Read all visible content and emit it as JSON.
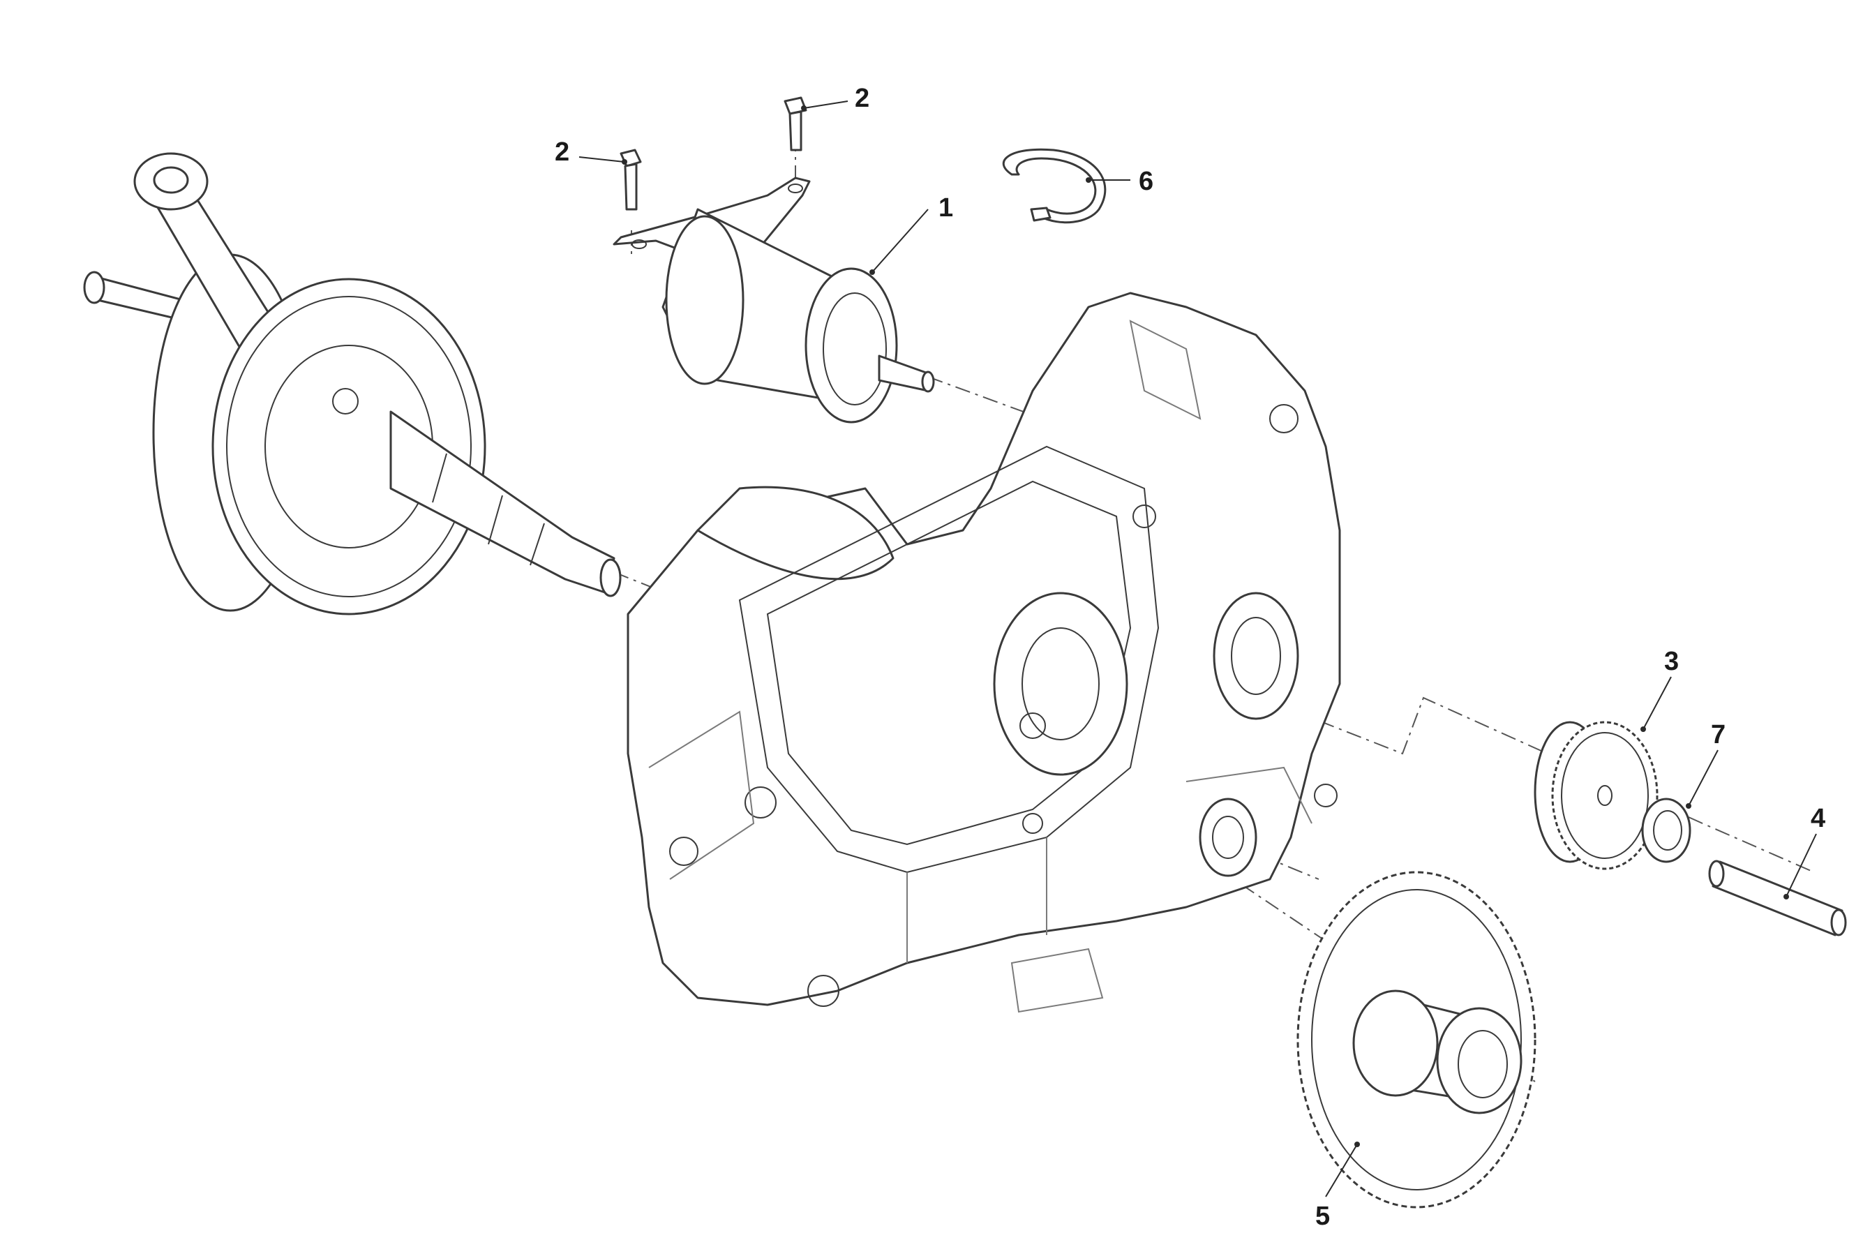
{
  "callouts": {
    "c1": "1",
    "c2a": "2",
    "c2b": "2",
    "c3": "3",
    "c4": "4",
    "c5": "5",
    "c6": "6",
    "c7": "7"
  }
}
